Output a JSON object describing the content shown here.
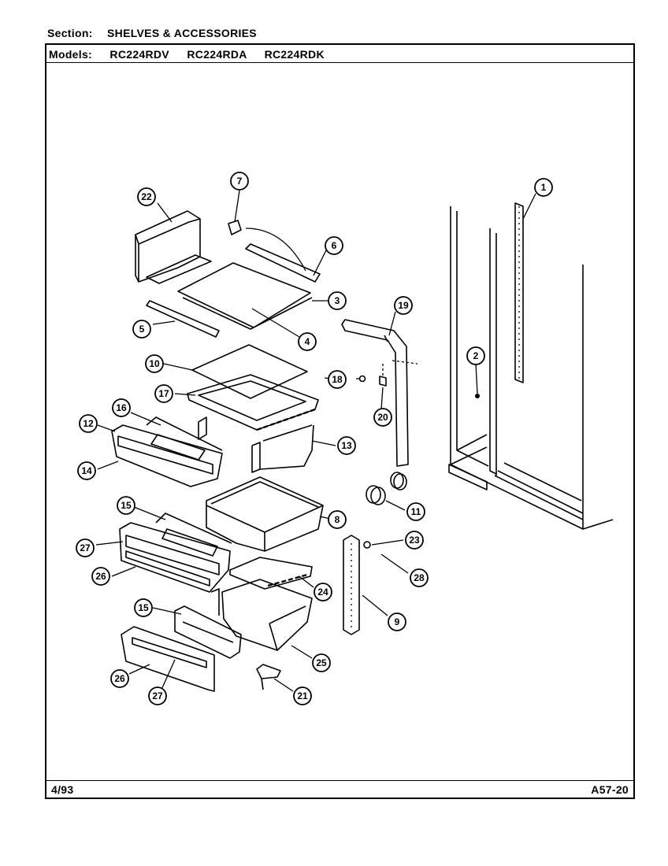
{
  "header": {
    "section_label": "Section:",
    "section_value": "SHELVES & ACCESSORIES",
    "models_label": "Models:",
    "models": [
      "RC224RDV",
      "RC224RDA",
      "RC224RDK"
    ]
  },
  "footer": {
    "date": "4/93",
    "code": "A57-20"
  },
  "callouts": [
    {
      "id": "c1",
      "label": "1"
    },
    {
      "id": "c2",
      "label": "2"
    },
    {
      "id": "c3",
      "label": "3"
    },
    {
      "id": "c4",
      "label": "4"
    },
    {
      "id": "c5",
      "label": "5"
    },
    {
      "id": "c6",
      "label": "6"
    },
    {
      "id": "c7",
      "label": "7"
    },
    {
      "id": "c8",
      "label": "8"
    },
    {
      "id": "c9",
      "label": "9"
    },
    {
      "id": "c10",
      "label": "10"
    },
    {
      "id": "c11",
      "label": "11"
    },
    {
      "id": "c12",
      "label": "12"
    },
    {
      "id": "c13",
      "label": "13"
    },
    {
      "id": "c14",
      "label": "14"
    },
    {
      "id": "c15a",
      "label": "15"
    },
    {
      "id": "c15b",
      "label": "15"
    },
    {
      "id": "c16",
      "label": "16"
    },
    {
      "id": "c17",
      "label": "17"
    },
    {
      "id": "c18",
      "label": "18"
    },
    {
      "id": "c19",
      "label": "19"
    },
    {
      "id": "c20",
      "label": "20"
    },
    {
      "id": "c21",
      "label": "21"
    },
    {
      "id": "c22",
      "label": "22"
    },
    {
      "id": "c23",
      "label": "23"
    },
    {
      "id": "c24",
      "label": "24"
    },
    {
      "id": "c25",
      "label": "25"
    },
    {
      "id": "c26a",
      "label": "26"
    },
    {
      "id": "c26b",
      "label": "26"
    },
    {
      "id": "c27a",
      "label": "27"
    },
    {
      "id": "c27b",
      "label": "27"
    },
    {
      "id": "c28",
      "label": "28"
    }
  ]
}
